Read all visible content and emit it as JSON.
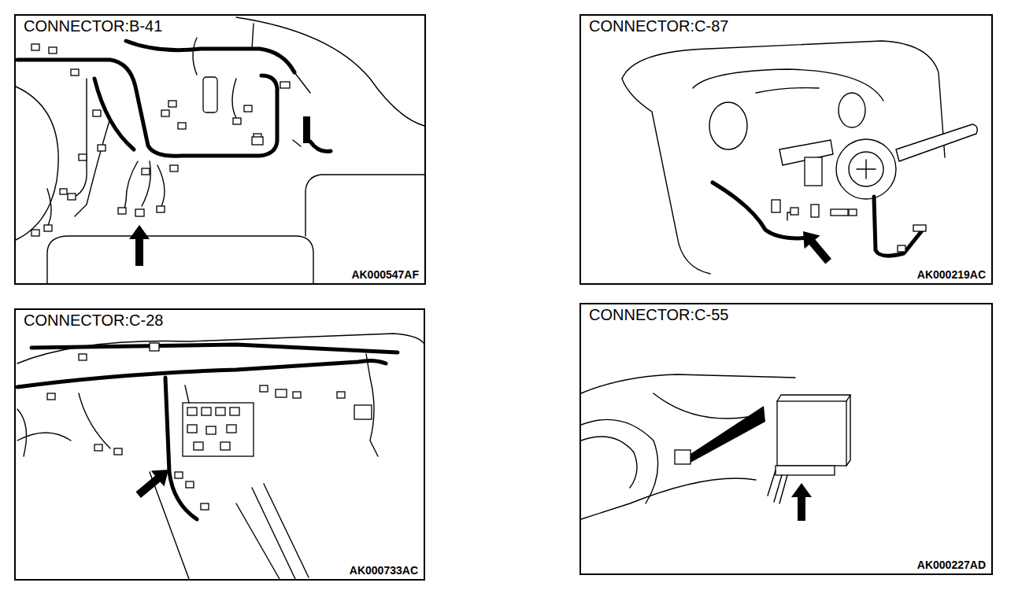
{
  "diagram": {
    "nodes": [
      {
        "text": [
          "CONNECTOR:B-41",
          "AK000547AF"
        ]
      },
      {
        "text": [
          "CONNECTOR:C-87",
          "AK000219AC"
        ]
      },
      {
        "text": [
          "CONNECTOR:C-28",
          "AK000733AC"
        ]
      },
      {
        "text": [
          "CONNECTOR:C-55",
          "AK000227AD"
        ]
      }
    ],
    "edges": []
  }
}
